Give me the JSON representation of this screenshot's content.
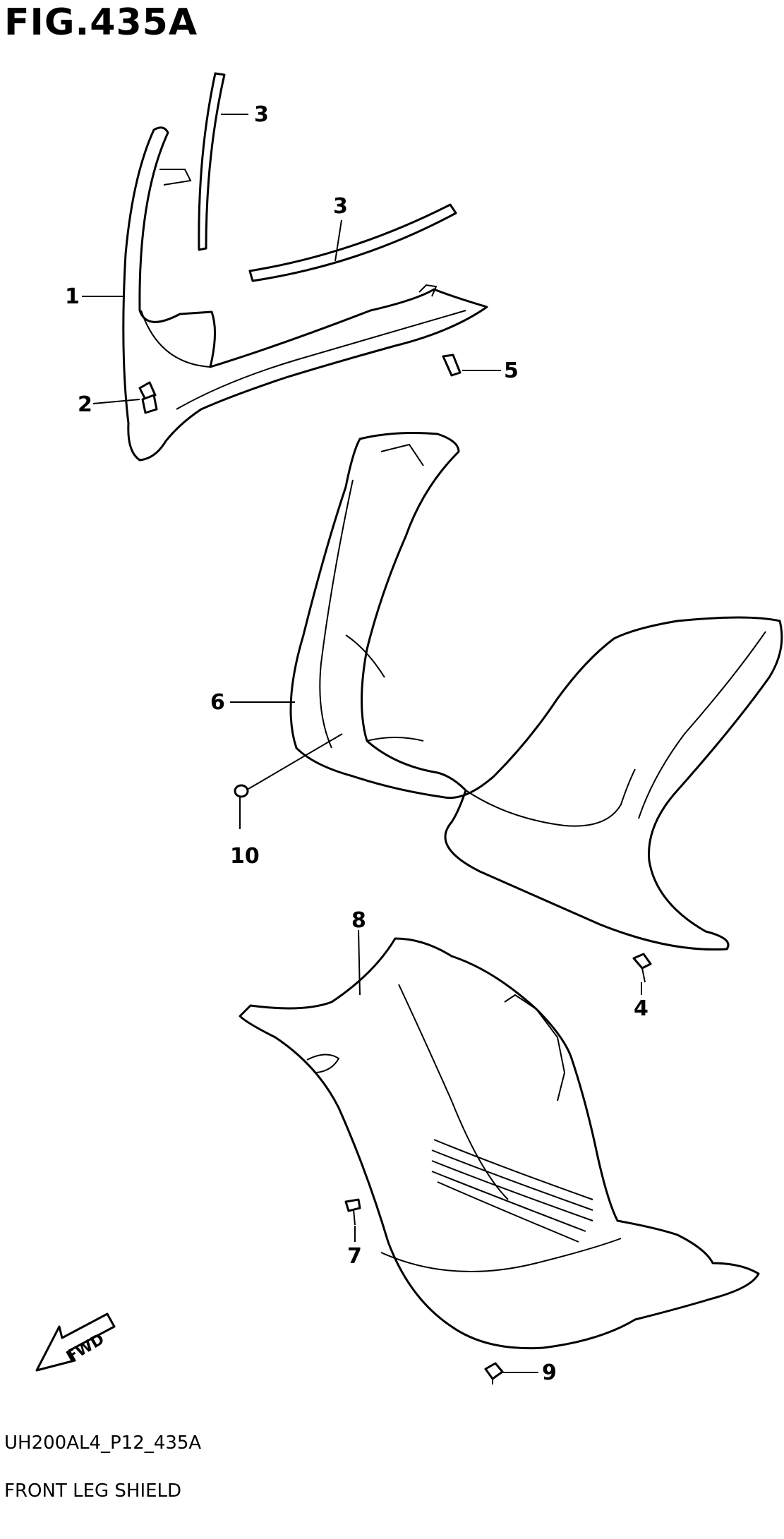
{
  "figure": {
    "title": "FIG.435A",
    "model_code": "UH200AL4_P12_435A",
    "section_name": "FRONT LEG SHIELD"
  },
  "direction_marker": {
    "label": "FWD",
    "icon": "fwd-arrow-icon"
  },
  "callouts": [
    {
      "id": "c1",
      "label": "1"
    },
    {
      "id": "c2",
      "label": "2"
    },
    {
      "id": "c3a",
      "label": "3"
    },
    {
      "id": "c3b",
      "label": "3"
    },
    {
      "id": "c4",
      "label": "4"
    },
    {
      "id": "c5",
      "label": "5"
    },
    {
      "id": "c6",
      "label": "6"
    },
    {
      "id": "c7",
      "label": "7"
    },
    {
      "id": "c8",
      "label": "8"
    },
    {
      "id": "c9",
      "label": "9"
    },
    {
      "id": "c10",
      "label": "10"
    }
  ]
}
